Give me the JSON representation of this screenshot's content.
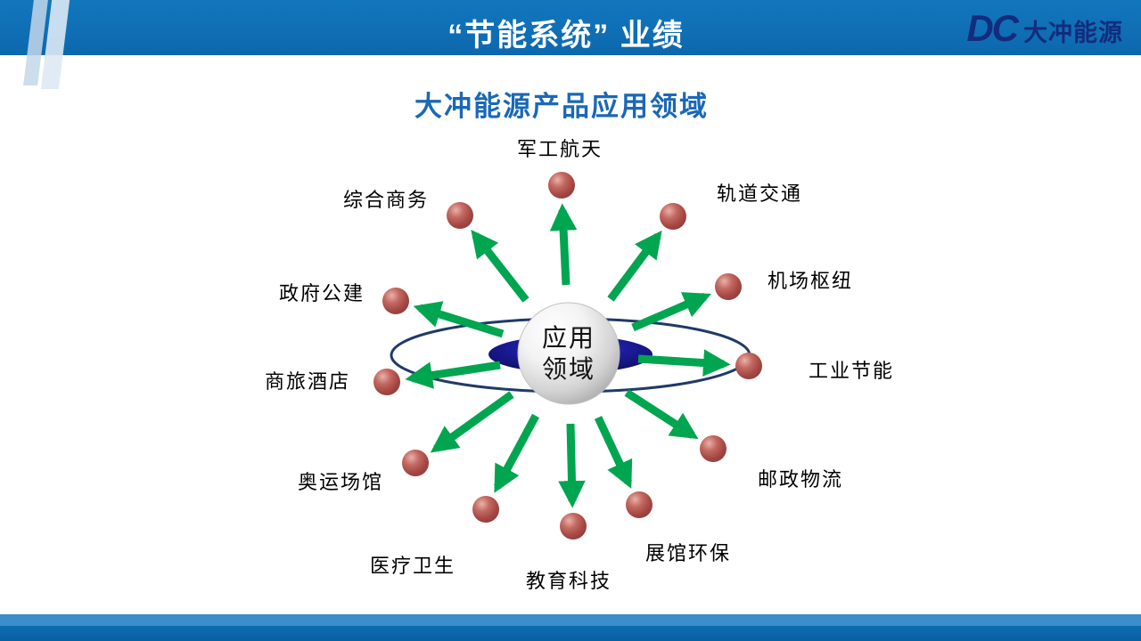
{
  "header": {
    "title": "“节能系统” 业绩"
  },
  "logo": {
    "mark": "DC",
    "company": "大冲能源"
  },
  "main": {
    "title": "大冲能源产品应用领域"
  },
  "diagram": {
    "center": {
      "line1": "应用",
      "line2": "领域"
    },
    "nodes": [
      {
        "label": "军工航天"
      },
      {
        "label": "轨道交通"
      },
      {
        "label": "机场枢纽"
      },
      {
        "label": "工业节能"
      },
      {
        "label": "邮政物流"
      },
      {
        "label": "展馆环保"
      },
      {
        "label": "教育科技"
      },
      {
        "label": "医疗卫生"
      },
      {
        "label": "奥运场馆"
      },
      {
        "label": "商旅酒店"
      },
      {
        "label": "政府公建"
      },
      {
        "label": "综合商务"
      }
    ]
  },
  "colors": {
    "header_blue": "#0F6FB6",
    "footer_light": "#3C8DC9",
    "footer_dark": "#0D6CB2",
    "title_blue": "#1A68B6",
    "arrow_green": "#00A54F",
    "node_red": "#A64844",
    "ring_navy": "#1F3A68",
    "logo_navy": "#132C7D"
  }
}
